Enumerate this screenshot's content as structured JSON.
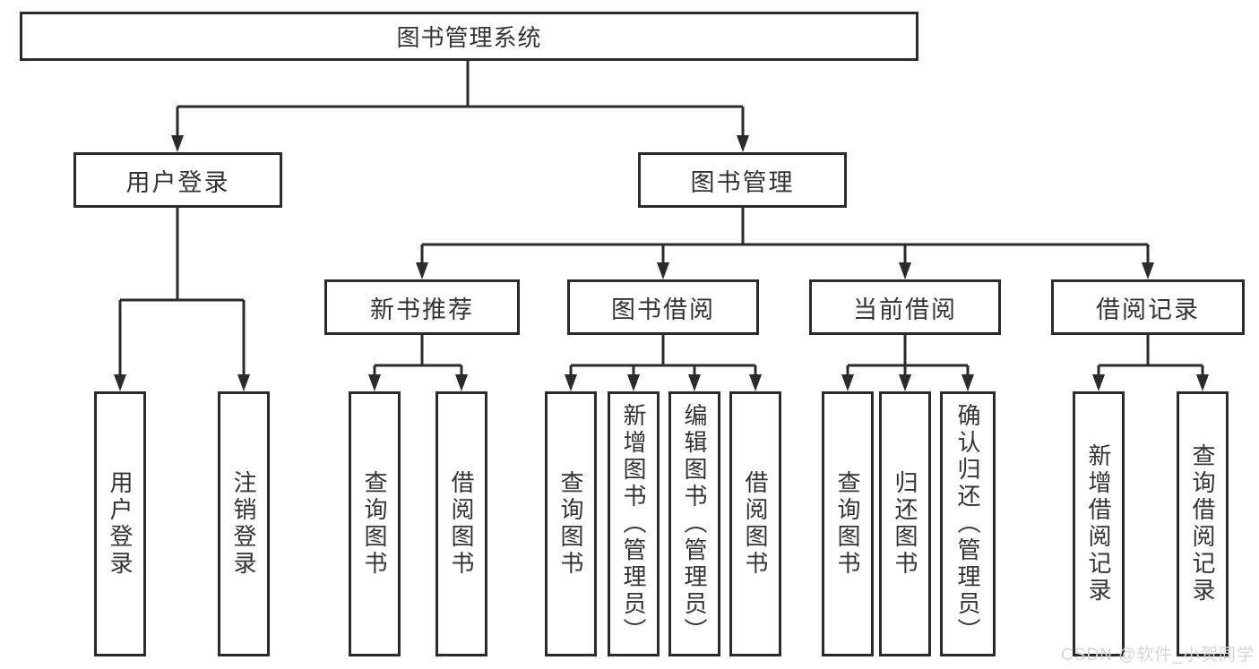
{
  "diagram": {
    "root": {
      "id": "library-management-system",
      "label": "图书管理系统"
    },
    "l2": [
      {
        "id": "user-login",
        "label": "用户登录",
        "parent": "library-management-system"
      },
      {
        "id": "book-management",
        "label": "图书管理",
        "parent": "library-management-system"
      }
    ],
    "l3": [
      {
        "id": "new-book-recommend",
        "label": "新书推荐",
        "parent": "book-management"
      },
      {
        "id": "book-borrow",
        "label": "图书借阅",
        "parent": "book-management"
      },
      {
        "id": "current-borrow",
        "label": "当前借阅",
        "parent": "book-management"
      },
      {
        "id": "borrow-records",
        "label": "借阅记录",
        "parent": "book-management"
      }
    ],
    "l4": [
      {
        "id": "user-login-leaf",
        "label": "用户登录",
        "parent": "user-login"
      },
      {
        "id": "logout",
        "label": "注销登录",
        "parent": "user-login"
      },
      {
        "id": "query-books-recommend",
        "label": "查询图书",
        "parent": "new-book-recommend"
      },
      {
        "id": "borrow-books-recommend",
        "label": "借阅图书",
        "parent": "new-book-recommend"
      },
      {
        "id": "query-books-borrow",
        "label": "查询图书",
        "parent": "book-borrow"
      },
      {
        "id": "add-books-admin",
        "label": "新增图书（管理员）",
        "parent": "book-borrow"
      },
      {
        "id": "edit-books-admin",
        "label": "编辑图书（管理员）",
        "parent": "book-borrow"
      },
      {
        "id": "borrow-books",
        "label": "借阅图书",
        "parent": "book-borrow"
      },
      {
        "id": "query-books-current",
        "label": "查询图书",
        "parent": "current-borrow"
      },
      {
        "id": "return-books",
        "label": "归还图书",
        "parent": "current-borrow"
      },
      {
        "id": "confirm-return-admin",
        "label": "确认归还（管理员）",
        "parent": "current-borrow"
      },
      {
        "id": "add-borrow-record",
        "label": "新增借阅记录",
        "parent": "borrow-records"
      },
      {
        "id": "query-borrow-record",
        "label": "查询借阅记录",
        "parent": "borrow-records"
      }
    ]
  },
  "watermark": {
    "text": "CSDN @软件_小贺同学"
  },
  "colors": {
    "line": "#2b2b2b",
    "text": "#333333",
    "background": "#ffffff",
    "watermark": "#d6d6d6"
  }
}
